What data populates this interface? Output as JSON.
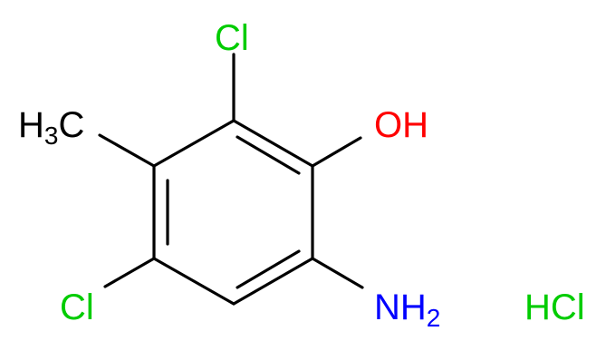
{
  "molecule": {
    "atoms": {
      "cl_top": {
        "text": "Cl",
        "color": "#00cc00"
      },
      "oh": {
        "text": "OH",
        "color": "#ff0000"
      },
      "methyl": {
        "main": "H",
        "sub": "3",
        "tail": "C",
        "color": "#000000"
      },
      "cl_bottom": {
        "text": "Cl",
        "color": "#00cc00"
      },
      "nh2": {
        "main": "NH",
        "sub": "2",
        "color": "#0000ff"
      }
    },
    "salt": {
      "text": "HCl",
      "color": "#00cc00"
    },
    "bond_color": "#000000"
  }
}
